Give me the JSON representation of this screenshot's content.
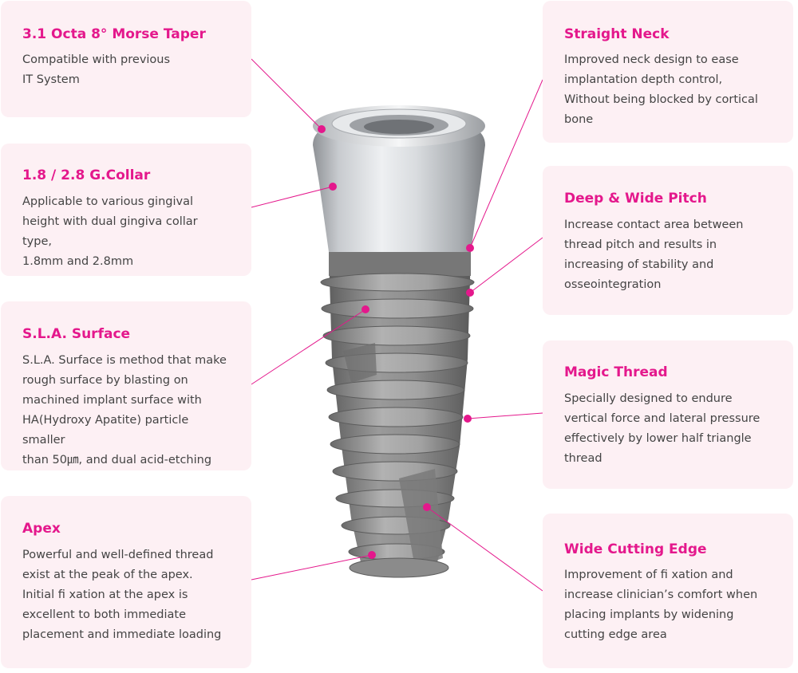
{
  "features": {
    "morse_taper": {
      "title": "3.1 Octa 8° Morse Taper",
      "desc": "Compatible with previous\nIT System"
    },
    "g_collar": {
      "title": "1.8 / 2.8 G.Collar",
      "desc": "Applicable to various gingival\nheight with dual gingiva collar type,\n1.8mm and 2.8mm"
    },
    "sla_surface": {
      "title": "S.L.A. Surface",
      "desc": "S.L.A. Surface is method that make\nrough surface by blasting on\nmachined implant surface with\nHA(Hydroxy Apatite) particle smaller\nthan 50㎛, and dual acid-etching"
    },
    "apex": {
      "title": "Apex",
      "desc": "Powerful and well-defined thread\nexist at the peak of the apex.\nInitial fi xation at the apex is\nexcellent to both immediate\nplacement and immediate loading"
    },
    "straight_neck": {
      "title": "Straight Neck",
      "desc": "Improved neck design to ease\nimplantation depth control,\nWithout being blocked by cortical\nbone"
    },
    "deep_wide_pitch": {
      "title": "Deep & Wide Pitch",
      "desc": "Increase contact area between\nthread pitch and results in\nincreasing of stability and\nosseointegration"
    },
    "magic_thread": {
      "title": "Magic Thread",
      "desc": "Specially designed to endure\nvertical force and lateral pressure\neffectively by lower half triangle\nthread"
    },
    "wide_cutting_edge": {
      "title": "Wide Cutting Edge",
      "desc": "Improvement of fi xation and\nincrease clinician’s comfort when\nplacing implants by widening\ncutting edge area"
    }
  },
  "colors": {
    "accent": "#e4188c",
    "card_bg": "#fdf0f4",
    "body_text": "#444444",
    "collar_metal": "#c9ccd0",
    "body_metal": "#8a8a8a"
  }
}
